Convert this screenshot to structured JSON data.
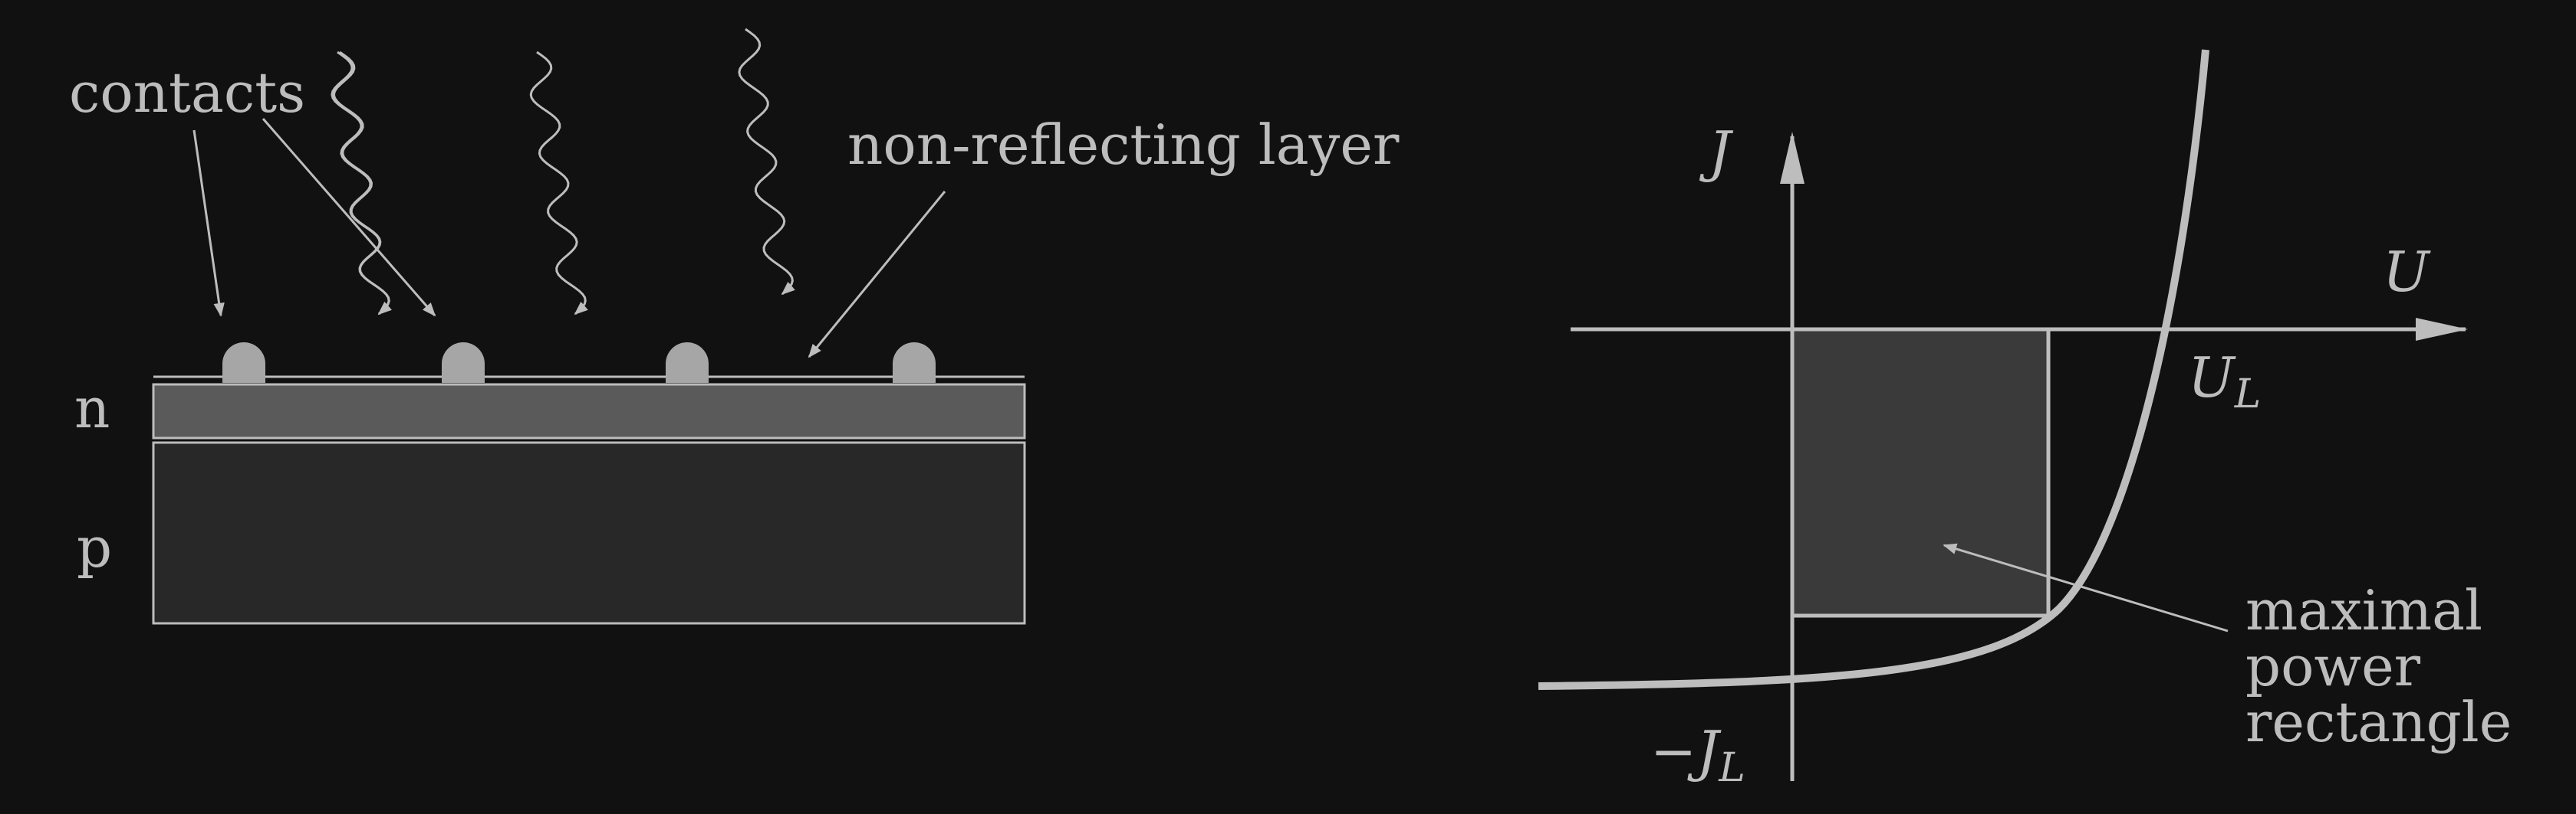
{
  "colors": {
    "background": "#111111",
    "stroke": "#bdbdbd",
    "n_layer": "#5a5a5a",
    "p_layer": "#282828",
    "contact": "#a6a6a6",
    "rectangle": "#3a3a3a"
  },
  "solar_cell": {
    "contacts_label": "contacts",
    "layer_label": "non-reflecting layer",
    "n_label": "n",
    "p_label": "p"
  },
  "iv_chart": {
    "y_axis_label": "J",
    "x_axis_label": "U",
    "open_circuit_label": "U",
    "open_circuit_sub": "L",
    "short_circuit_label": "−J",
    "short_circuit_sub": "L",
    "rect_label_lines": [
      "maximal",
      "power",
      "rectangle"
    ]
  }
}
